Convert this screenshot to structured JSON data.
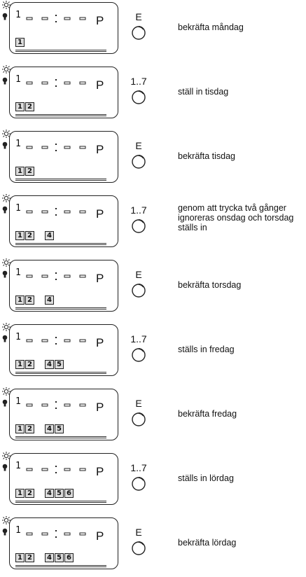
{
  "steps": [
    {
      "button": "E",
      "days": [
        {
          "n": "1",
          "p": 0
        }
      ],
      "caption": "bekräfta måndag"
    },
    {
      "button": "1..7",
      "days": [
        {
          "n": "1",
          "p": 0
        },
        {
          "n": "2",
          "p": 1
        }
      ],
      "caption": "ställ in tisdag"
    },
    {
      "button": "E",
      "days": [
        {
          "n": "1",
          "p": 0
        },
        {
          "n": "2",
          "p": 1
        }
      ],
      "caption": "bekräfta tisdag"
    },
    {
      "button": "1..7",
      "days": [
        {
          "n": "1",
          "p": 0
        },
        {
          "n": "2",
          "p": 1
        },
        {
          "n": "4",
          "p": 3
        }
      ],
      "caption": "genom att trycka två gånger ignoreras onsdag och torsdag ställs in"
    },
    {
      "button": "E",
      "days": [
        {
          "n": "1",
          "p": 0
        },
        {
          "n": "2",
          "p": 1
        },
        {
          "n": "4",
          "p": 3
        }
      ],
      "caption": "bekräfta torsdag"
    },
    {
      "button": "1..7",
      "days": [
        {
          "n": "1",
          "p": 0
        },
        {
          "n": "2",
          "p": 1
        },
        {
          "n": "4",
          "p": 3
        },
        {
          "n": "5",
          "p": 4
        }
      ],
      "caption": "ställs in fredag"
    },
    {
      "button": "E",
      "days": [
        {
          "n": "1",
          "p": 0
        },
        {
          "n": "2",
          "p": 1
        },
        {
          "n": "4",
          "p": 3
        },
        {
          "n": "5",
          "p": 4
        }
      ],
      "caption": "bekräfta fredag"
    },
    {
      "button": "1..7",
      "days": [
        {
          "n": "1",
          "p": 0
        },
        {
          "n": "2",
          "p": 1
        },
        {
          "n": "4",
          "p": 3
        },
        {
          "n": "5",
          "p": 4
        },
        {
          "n": "6",
          "p": 5
        }
      ],
      "caption": "ställs in lördag"
    },
    {
      "button": "E",
      "days": [
        {
          "n": "1",
          "p": 0
        },
        {
          "n": "2",
          "p": 1
        },
        {
          "n": "4",
          "p": 3
        },
        {
          "n": "5",
          "p": 4
        },
        {
          "n": "6",
          "p": 5
        }
      ],
      "caption": "bekräfta lördag"
    }
  ],
  "display": {
    "program_digit": "1",
    "p_label": "P"
  },
  "icons": {
    "sun": "sun-icon",
    "bulb": "bulb-icon",
    "dial": "dial-button-icon"
  }
}
